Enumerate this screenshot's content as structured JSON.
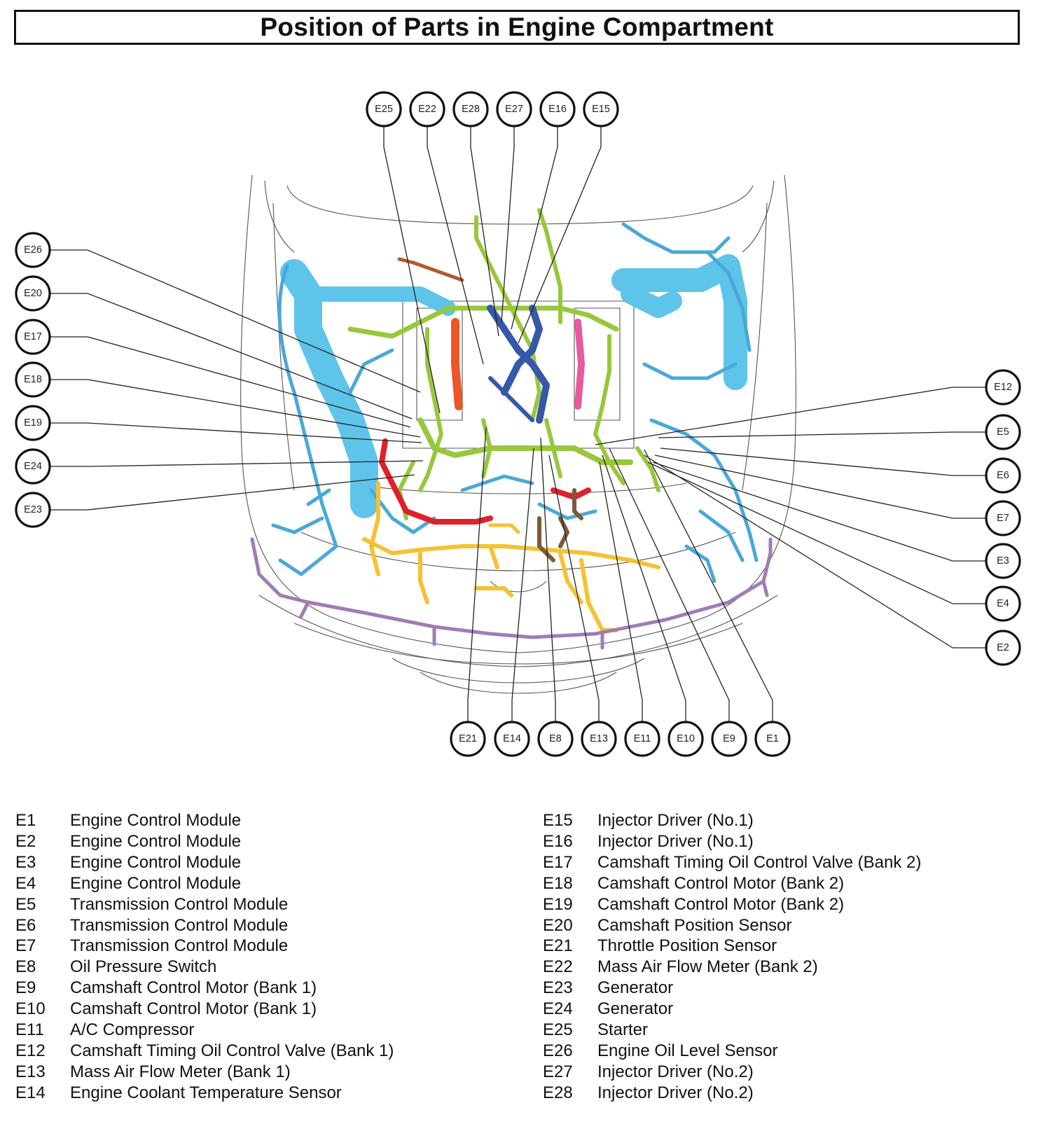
{
  "title": "Position of Parts in Engine Compartment",
  "colors": {
    "blue": "#4aa8d8",
    "light_blue": "#5ec4ea",
    "green": "#98c73c",
    "yellow": "#f4c232",
    "red": "#e0202a",
    "purple": "#a27bb4",
    "brown": "#7a5a38",
    "navy": "#3558a8",
    "orange": "#e8562a",
    "pink": "#e85aa0"
  },
  "callouts": {
    "top": [
      "E25",
      "E22",
      "E28",
      "E27",
      "E16",
      "E15"
    ],
    "left": [
      "E26",
      "E20",
      "E17",
      "E18",
      "E19",
      "E24",
      "E23"
    ],
    "right": [
      "E12",
      "E5",
      "E6",
      "E7",
      "E3",
      "E4",
      "E2"
    ],
    "bottom": [
      "E21",
      "E14",
      "E8",
      "E13",
      "E11",
      "E10",
      "E9",
      "E1"
    ]
  },
  "legend_left": [
    {
      "code": "E1",
      "desc": "Engine Control Module"
    },
    {
      "code": "E2",
      "desc": "Engine Control Module"
    },
    {
      "code": "E3",
      "desc": "Engine Control Module"
    },
    {
      "code": "E4",
      "desc": "Engine Control Module"
    },
    {
      "code": "E5",
      "desc": "Transmission Control Module"
    },
    {
      "code": "E6",
      "desc": "Transmission Control Module"
    },
    {
      "code": "E7",
      "desc": "Transmission Control Module"
    },
    {
      "code": "E8",
      "desc": "Oil Pressure Switch"
    },
    {
      "code": "E9",
      "desc": "Camshaft Control Motor (Bank 1)"
    },
    {
      "code": "E10",
      "desc": "Camshaft Control Motor (Bank 1)"
    },
    {
      "code": "E11",
      "desc": "A/C Compressor"
    },
    {
      "code": "E12",
      "desc": "Camshaft Timing Oil Control Valve (Bank 1)"
    },
    {
      "code": "E13",
      "desc": "Mass Air Flow Meter (Bank 1)"
    },
    {
      "code": "E14",
      "desc": "Engine Coolant Temperature Sensor"
    }
  ],
  "legend_right": [
    {
      "code": "E15",
      "desc": "Injector Driver (No.1)"
    },
    {
      "code": "E16",
      "desc": "Injector Driver (No.1)"
    },
    {
      "code": "E17",
      "desc": "Camshaft Timing Oil Control Valve (Bank 2)"
    },
    {
      "code": "E18",
      "desc": "Camshaft Control Motor (Bank 2)"
    },
    {
      "code": "E19",
      "desc": "Camshaft Control Motor (Bank 2)"
    },
    {
      "code": "E20",
      "desc": "Camshaft Position Sensor"
    },
    {
      "code": "E21",
      "desc": "Throttle Position Sensor"
    },
    {
      "code": "E22",
      "desc": "Mass Air Flow Meter (Bank 2)"
    },
    {
      "code": "E23",
      "desc": "Generator"
    },
    {
      "code": "E24",
      "desc": "Generator"
    },
    {
      "code": "E25",
      "desc": "Starter"
    },
    {
      "code": "E26",
      "desc": "Engine Oil Level Sensor"
    },
    {
      "code": "E27",
      "desc": "Injector Driver (No.2)"
    },
    {
      "code": "E28",
      "desc": "Injector Driver (No.2)"
    }
  ]
}
